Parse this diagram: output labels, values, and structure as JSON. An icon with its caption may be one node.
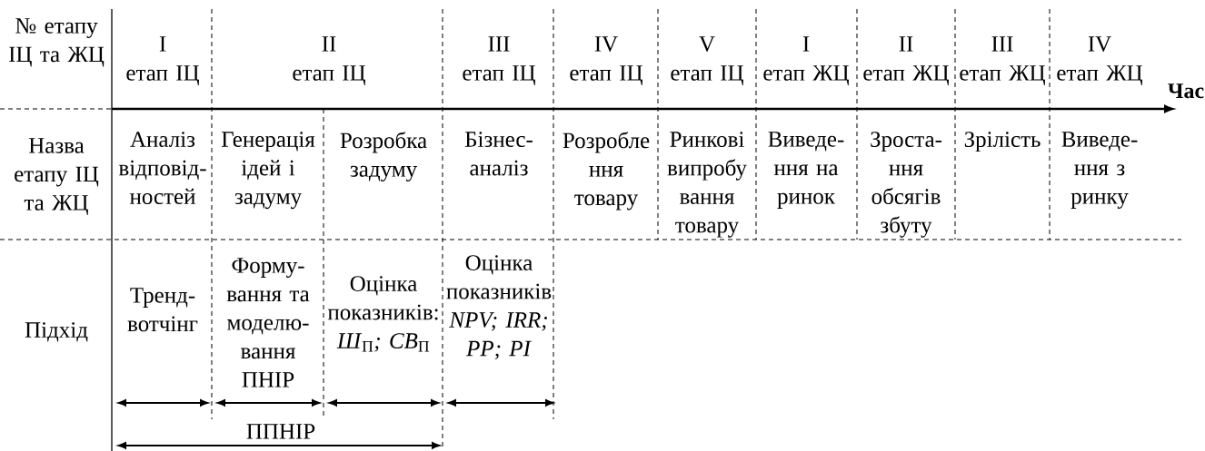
{
  "diagram": {
    "labels": [
      "№ етапу ІЦ та ЖЦ",
      "I",
      "етап ІЦ",
      "II",
      "етап ІЦ",
      "III",
      "етап ІЦ",
      "IV",
      "етап ІЦ",
      "V",
      "етап ІЦ",
      "I",
      "етап ЖЦ",
      "II",
      "етап ЖЦ",
      "III",
      "етап ЖЦ",
      "IV",
      "етап ЖЦ",
      "Час",
      "Назва етапу ІЦ та ЖЦ",
      "Аналіз відповід- ностей",
      "Генерація ідей і задуму",
      "Розробка задуму",
      "Бізнес- аналіз",
      "Розробле ння товару",
      "Ринкові випробу вання товару",
      "Виведе- ння на ринок",
      "Зроста- ння обсягів збуту",
      "Зрілість",
      "Виведе- ння з ринку",
      "Підхід",
      "Тренд- вотчінг",
      "Форму- вання та моделю- вання ПНІР",
      "Оцінка показників: *Ш*$_{П}$*; СВ*$_{П}$",
      "Оцінка показників *NPV; IRR; PP; PI*",
      "ППНІР"
    ]
  }
}
